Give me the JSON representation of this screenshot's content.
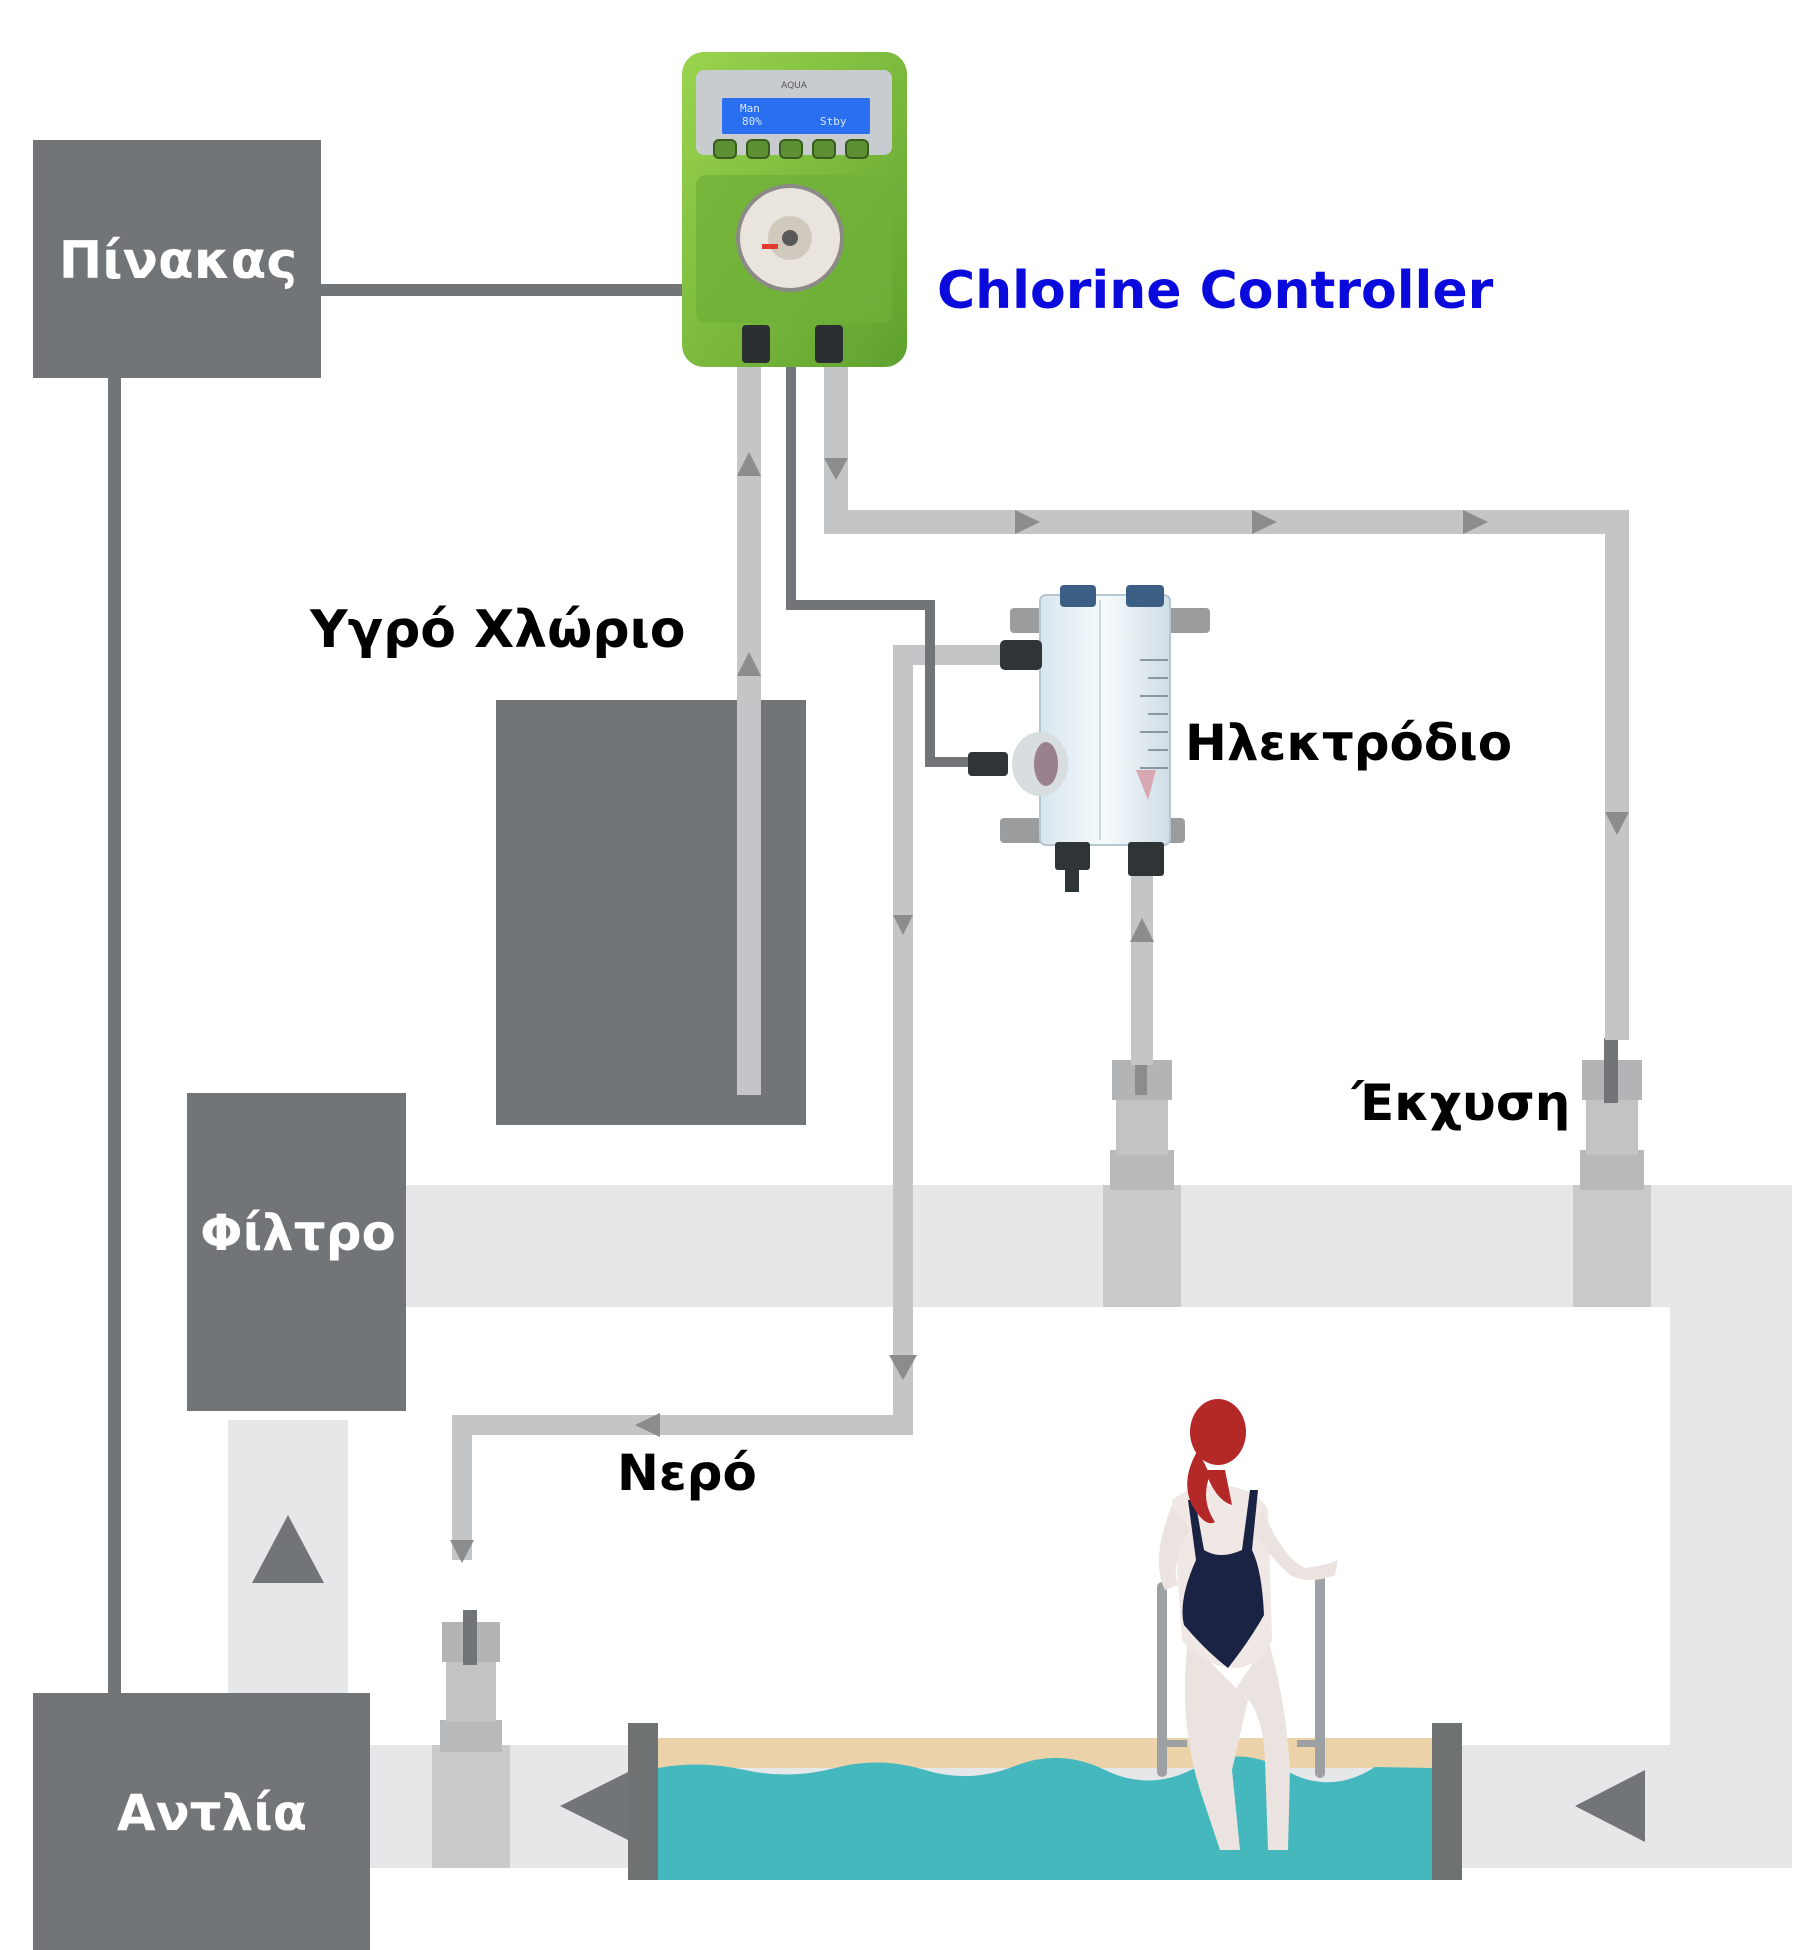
{
  "labels": {
    "panel": "Πίνακας",
    "filter": "Φίλτρο",
    "pump": "Αντλία",
    "liquid_chlorine": "Υγρό Χλώριο",
    "electrode": "Ηλεκτρόδιο",
    "injection": "Έκχυση",
    "water": "Νερό",
    "controller": "Chlorine Controller"
  },
  "controller_display": {
    "brand": "AQUA",
    "mode": "Man",
    "percent": "80%",
    "status": "Stby"
  },
  "colors": {
    "block": "#717577",
    "pipe_light": "#e6e7e8",
    "hose": "#c3c5c6",
    "controller_green": "#7fc241",
    "controller_label": "#0a0adc",
    "pool_water": "#45b8bd",
    "pool_sand": "#ecd2a8"
  }
}
